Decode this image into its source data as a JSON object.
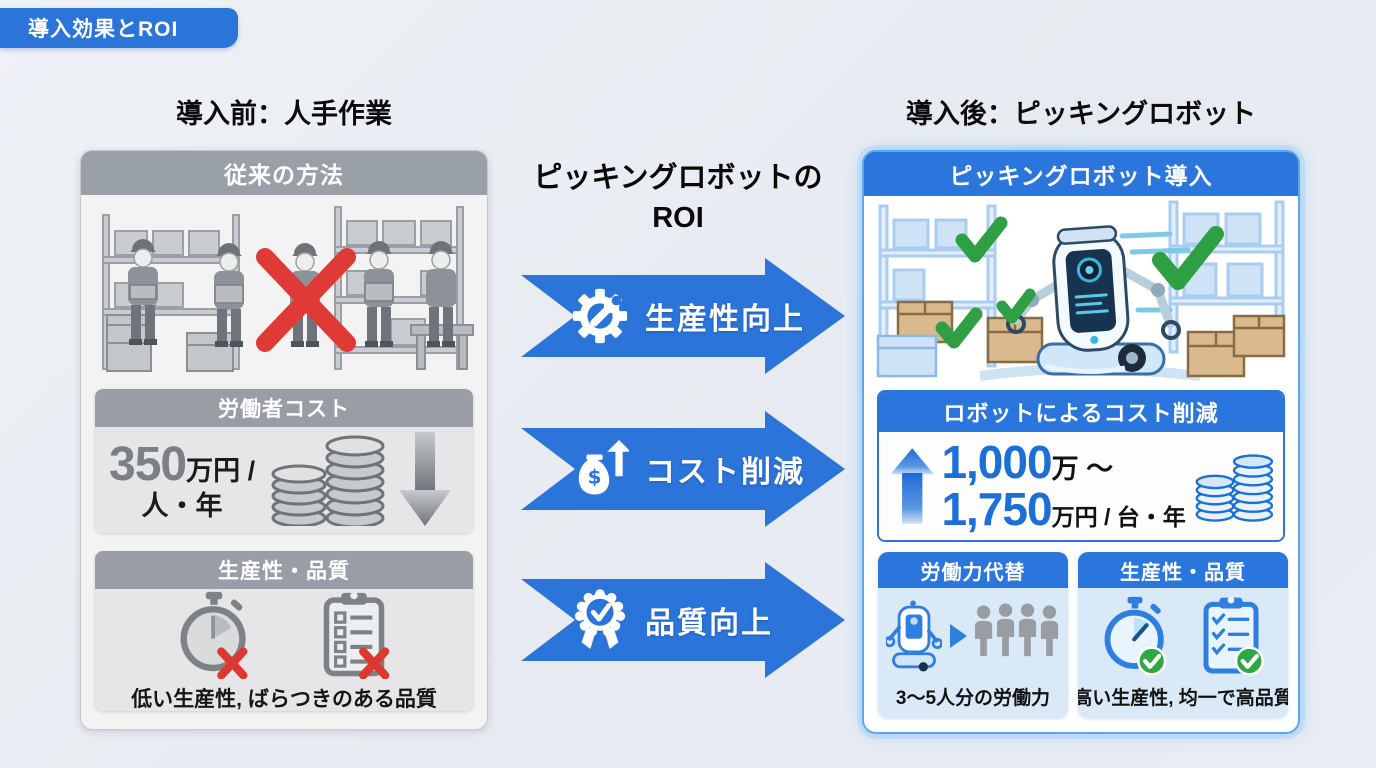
{
  "badge": {
    "label": "導入効果とROI"
  },
  "headers": {
    "before": "導入前：人手作業",
    "after": "導入後：ピッキングロボット"
  },
  "left": {
    "panel_title": "従来の方法",
    "labor_cost": {
      "title": "労働者コスト",
      "value": "350",
      "unit": "万円 /",
      "unit2": "人・年"
    },
    "quality": {
      "title": "生産性・品質",
      "caption": "低い生産性, ばらつきのある品質"
    }
  },
  "center": {
    "title_line1": "ピッキングロボットの",
    "title_line2": "ROI",
    "arrows": [
      {
        "label": "生産性向上",
        "icon": "gear-wrench-icon"
      },
      {
        "label": "コスト削減",
        "icon": "money-bag-up-icon"
      },
      {
        "label": "品質向上",
        "icon": "ribbon-check-icon"
      }
    ]
  },
  "right": {
    "panel_title": "ピッキングロボット導入",
    "cost_saving": {
      "title": "ロボットによるコスト削減",
      "value1": "1,000",
      "suffix1": "万 ～",
      "value2": "1,750",
      "suffix2": "万円 / 台・年"
    },
    "labor": {
      "title": "労働力代替",
      "caption": "3～5人分の労働力"
    },
    "quality": {
      "title": "生産性・品質",
      "caption": "高い生産性, 均一で高品質"
    }
  },
  "colors": {
    "accent_blue": "#2b74da",
    "header_blue": "#2b76dc",
    "gray_header": "#9aa0a8",
    "value_blue": "#1b6fd6",
    "value_gray": "#7b8087",
    "red_x": "#df3a35",
    "green_check": "#2ea043",
    "panel_glow": "#58a7ef"
  }
}
